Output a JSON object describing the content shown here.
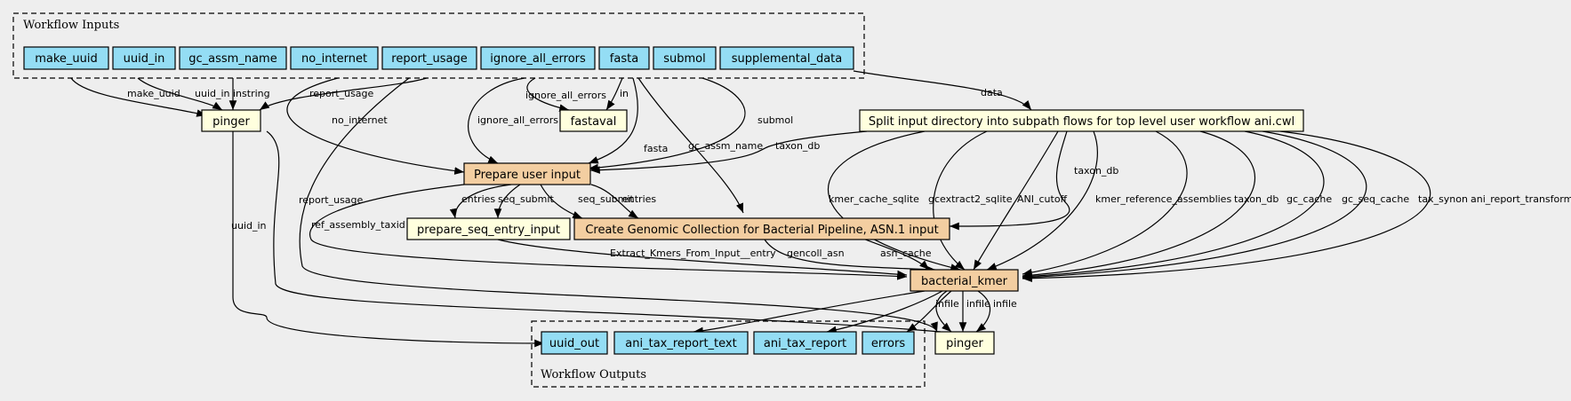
{
  "clusters": {
    "inputs": "Workflow Inputs",
    "outputs": "Workflow Outputs"
  },
  "colors": {
    "io": "#94ddf4",
    "step": "#ffffde",
    "subworkflow": "#f3cea1"
  },
  "nodes": {
    "make_uuid": "make_uuid",
    "uuid_in": "uuid_in",
    "gc_assm_name": "gc_assm_name",
    "no_internet": "no_internet",
    "report_usage": "report_usage",
    "ignore_all_errors": "ignore_all_errors",
    "fasta": "fasta",
    "submol": "submol",
    "supplemental_data": "supplemental_data",
    "pinger_top": "pinger",
    "fastaval": "fastaval",
    "split": "Split input directory into subpath flows for top level user workflow ani.cwl",
    "prepare_user_input": "Prepare user input",
    "prepare_seq_entry_input": "prepare_seq_entry_input",
    "create_genomic": "Create Genomic Collection for Bacterial Pipeline, ASN.1 input",
    "bacterial_kmer": "bacterial_kmer",
    "uuid_out": "uuid_out",
    "ani_tax_report_text": "ani_tax_report_text",
    "ani_tax_report": "ani_tax_report",
    "errors": "errors",
    "pinger_bottom": "pinger"
  },
  "edge_labels": {
    "make_uuid": "make_uuid",
    "uuid_in": "uuid_in",
    "instring": "instring",
    "report_usage_pinger": "report_usage",
    "no_internet": "no_internet",
    "ignore_all_errors_prep": "ignore_all_errors",
    "ignore_all_errors_fv": "ignore_all_errors",
    "in": "in",
    "fasta": "fasta",
    "gc_assm_name": "gc_assm_name",
    "submol": "submol",
    "data": "data",
    "taxon_db_prep": "taxon_db",
    "report_usage_bottom": "report_usage",
    "uuid_in_bottom": "uuid_in",
    "entries_a": "entries",
    "seq_submit_a": "seq_submit",
    "seq_submit_b": "seq_submit",
    "entries_b": "entries",
    "ref_assembly_taxid": "ref_assembly_taxid",
    "extract_kmers": "Extract_Kmers_From_Input__entry",
    "gencoll_asn": "gencoll_asn",
    "asn_cache": "asn_cache",
    "kmer_cache_sqlite": "kmer_cache_sqlite",
    "gcextract2_sqlite": "gcextract2_sqlite",
    "ani_cutoff": "ANI_cutoff",
    "taxon_db_create": "taxon_db",
    "kmer_reference_assemblies": "kmer_reference_assemblies",
    "taxon_db_kmer": "taxon_db",
    "gc_cache": "gc_cache",
    "gc_seq_cache": "gc_seq_cache",
    "tax_synon": "tax_synon",
    "ani_report_transform": "ani_report_transform",
    "infile_1": "infile",
    "infile_2": "infile",
    "infile_3": "infile"
  }
}
